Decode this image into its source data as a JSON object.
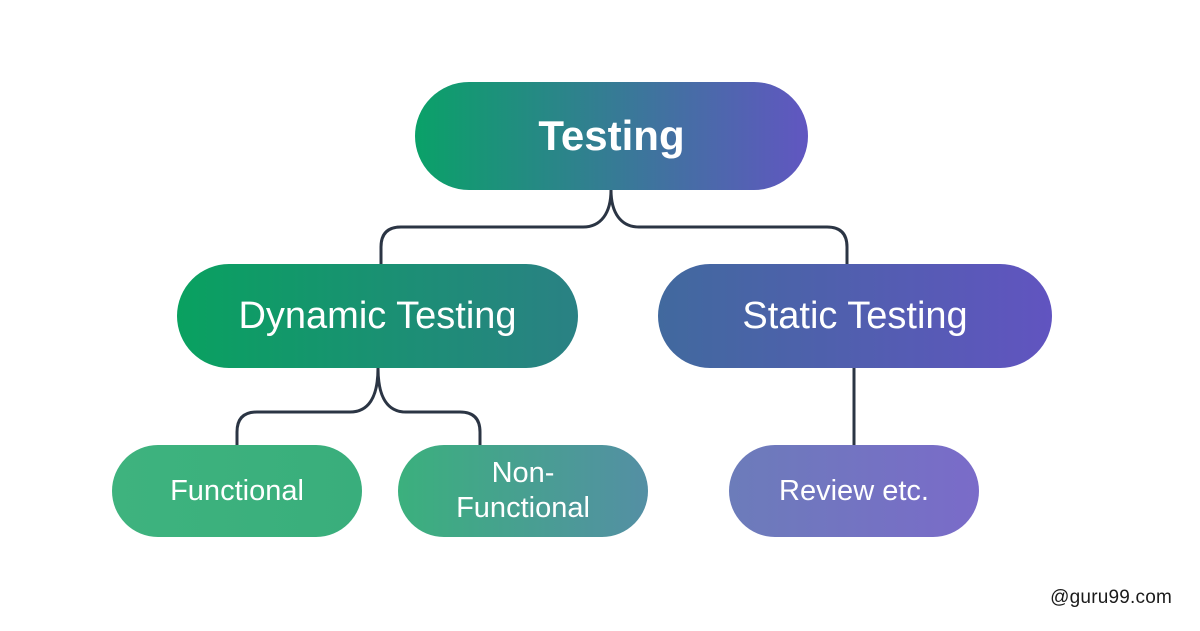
{
  "watermark": "@guru99.com",
  "connector_color": "#2b3544",
  "text_color": "#ffffff",
  "background_color": "#ffffff",
  "nodes": {
    "testing": {
      "label": "Testing",
      "gradient_start": "#0aa168",
      "gradient_end": "#6156c1"
    },
    "dynamic": {
      "label": "Dynamic Testing",
      "gradient_start": "#09a160",
      "gradient_end": "#2a8184"
    },
    "static": {
      "label": "Static Testing",
      "gradient_start": "#41699e",
      "gradient_end": "#6154c0"
    },
    "functional": {
      "label": "Functional",
      "gradient_start": "#3eb37e",
      "gradient_end": "#39ae7c"
    },
    "non_functional": {
      "label": "Non-\nFunctional",
      "gradient_start": "#3bb07d",
      "gradient_end": "#548fa4"
    },
    "review": {
      "label": "Review etc.",
      "gradient_start": "#6c7cba",
      "gradient_end": "#7a6bc9"
    }
  }
}
